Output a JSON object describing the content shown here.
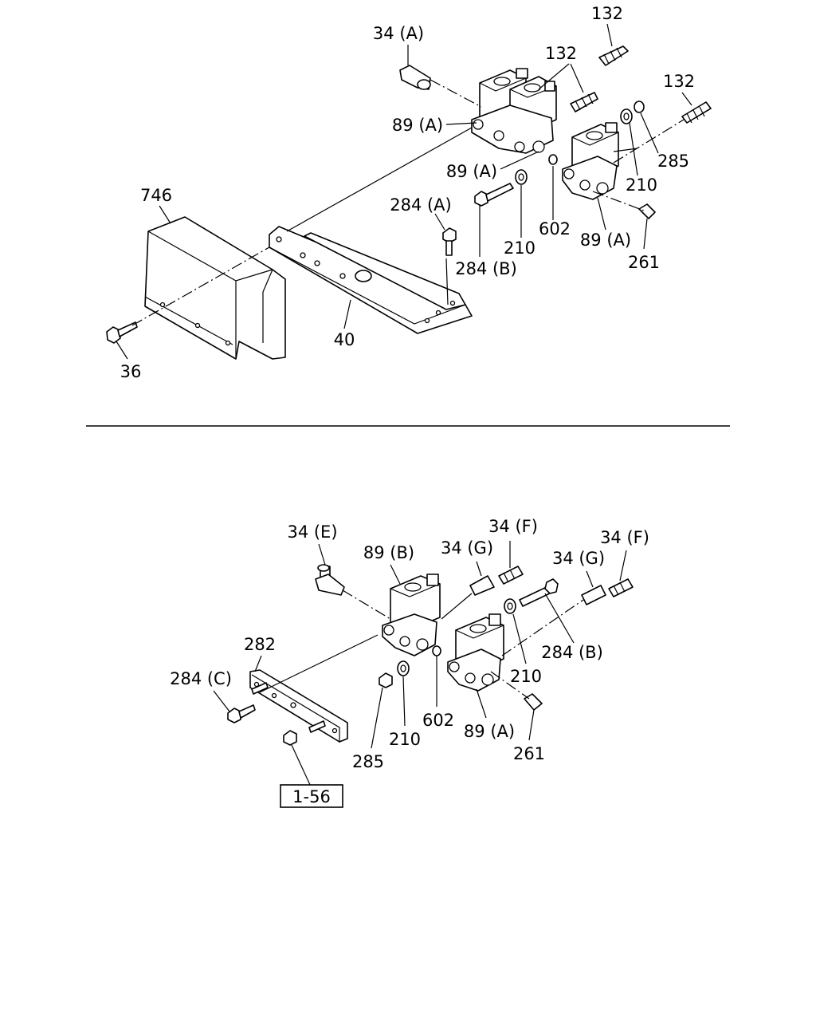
{
  "callouts": {
    "top_132_a": "132",
    "top_132_b": "132",
    "top_132_c": "132",
    "top_34a": "34 (A)",
    "top_89a_a": "89 (A)",
    "top_89a_b": "89 (A)",
    "top_89a_c": "89 (A)",
    "top_285": "285",
    "top_210_a": "210",
    "top_210_b": "210",
    "top_602": "602",
    "top_284a": "284 (A)",
    "top_284b": "284 (B)",
    "top_261": "261",
    "top_746": "746",
    "top_40": "40",
    "top_36": "36",
    "bot_34e": "34 (E)",
    "bot_89b": "89 (B)",
    "bot_34g_a": "34 (G)",
    "bot_34f_a": "34 (F)",
    "bot_34g_b": "34 (G)",
    "bot_34f_b": "34 (F)",
    "bot_282": "282",
    "bot_284c": "284 (C)",
    "bot_284b": "284 (B)",
    "bot_210_a": "210",
    "bot_210_b": "210",
    "bot_602": "602",
    "bot_89a": "89 (A)",
    "bot_261": "261",
    "bot_285": "285"
  },
  "reference_box": {
    "label": "1-56"
  }
}
